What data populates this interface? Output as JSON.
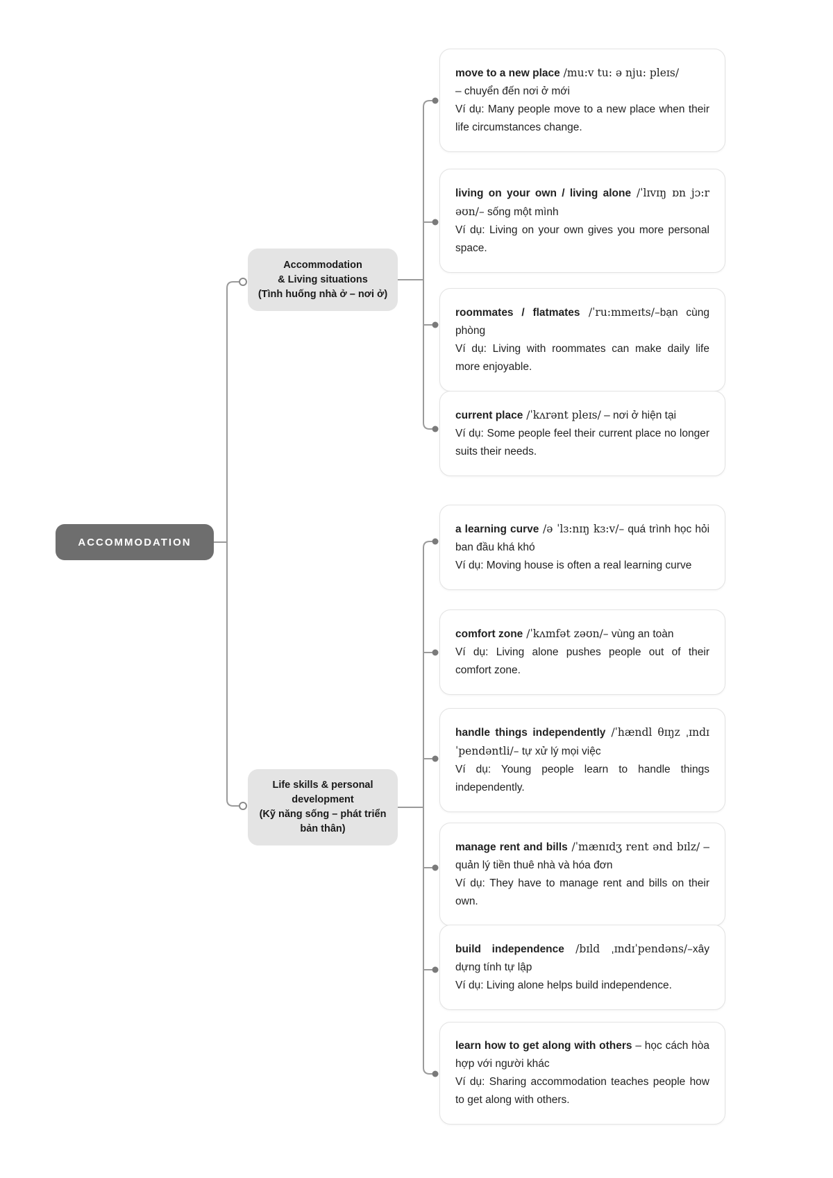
{
  "root": {
    "label": "ACCOMMODATION"
  },
  "branch1": {
    "title_line1": "Accommodation",
    "title_line2": "& Living situations",
    "subtitle": "(Tình huống nhà ở – nơi ở)"
  },
  "branch2": {
    "title": "Life skills & personal development",
    "subtitle": "(Kỹ năng sống – phát triển bản thân)"
  },
  "cards": [
    {
      "term": "move to a new place",
      "ipa": " /mu:v tu: ə nju: pleɪs/",
      "meaning": "– chuyển đến nơi ở mới",
      "example": "Ví dụ: Many people move to a new place when their life circumstances change."
    },
    {
      "term": "living on your own / living alone",
      "ipa": " /ˈlɪvɪŋ ɒn jɔ:r əʊn/–",
      "meaning": " sống một mình",
      "example": "Ví dụ: Living on your own gives you more personal space."
    },
    {
      "term": "roommates / flatmates",
      "ipa": " /ˈru:mmeɪts/–",
      "meaning": "bạn cùng phòng",
      "example": "Ví dụ: Living with roommates can make daily life more enjoyable."
    },
    {
      "term": "current place",
      "ipa": " /ˈkʌrənt pleɪs/",
      "meaning": " – nơi ở hiện tại",
      "example": "Ví dụ: Some people feel their current place no longer suits their needs."
    },
    {
      "term": "a learning curve",
      "ipa": " /ə ˈlɜ:nɪŋ kɜ:v/–",
      "meaning": " quá trình học hỏi ban đầu khá khó",
      "example": "Ví dụ: Moving house is often a real learning curve"
    },
    {
      "term": "comfort zone",
      "ipa": " /ˈkʌmfət zəʊn/–",
      "meaning": " vùng an toàn",
      "example": "Ví dụ: Living alone pushes people out of their comfort zone."
    },
    {
      "term": "handle things independently",
      "ipa": " /ˈhændl θɪŋz ˌɪndɪˈpendəntli/–",
      "meaning": " tự xử lý mọi việc",
      "example": "Ví dụ: Young people learn to handle things independently."
    },
    {
      "term": "manage rent and bills",
      "ipa": " /ˈmænɪdʒ rent ənd bɪlz/",
      "meaning": " – quản lý tiền thuê nhà và hóa đơn",
      "example": "Ví dụ: They have to manage rent and bills on their own."
    },
    {
      "term": "build independence",
      "ipa": " /bɪld ˌɪndɪˈpendəns/–",
      "meaning": "xây dựng tính tự lập",
      "example": "Ví dụ: Living alone helps build independence."
    },
    {
      "term": "learn how to get along with others",
      "ipa": "",
      "meaning": " – học cách hòa hợp với người khác",
      "example": "Ví dụ: Sharing accommodation teaches people how to get along with others."
    }
  ],
  "colors": {
    "root_bg": "#6e6e6e",
    "root_text": "#ffffff",
    "branch_bg": "#e4e4e4",
    "card_border": "#e3e3e3",
    "connector_line": "#9a9a9a",
    "connector_dot": "#7a7a7a",
    "text": "#222222"
  }
}
